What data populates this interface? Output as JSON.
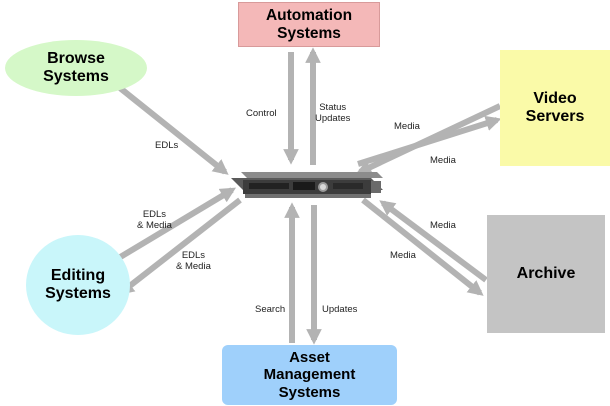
{
  "nodes": {
    "automation": {
      "lines": [
        "Automation",
        "Systems"
      ],
      "color": "#f4b8b8"
    },
    "browse": {
      "lines": [
        "Browse",
        "Systems"
      ],
      "color": "#d5f8c8"
    },
    "video": {
      "lines": [
        "Video",
        "Servers"
      ],
      "color": "#fafaa8"
    },
    "editing": {
      "lines": [
        "Editing",
        "Systems"
      ],
      "color": "#c9f6fa"
    },
    "archive": {
      "lines": [
        "Archive"
      ],
      "color": "#c4c4c4"
    },
    "asset": {
      "lines": [
        "Asset",
        "Management",
        "Systems"
      ],
      "color": "#9fd0fb"
    }
  },
  "labels": {
    "control": [
      "Control"
    ],
    "status_updates": [
      "Status",
      "Updates"
    ],
    "edls": [
      "EDLs"
    ],
    "video_media_top": [
      "Media"
    ],
    "video_media_bottom": [
      "Media"
    ],
    "edls_media_upper": [
      "EDLs",
      "& Media"
    ],
    "edls_media_lower": [
      "EDLs",
      "& Media"
    ],
    "archive_media_upper": [
      "Media"
    ],
    "archive_media_lower": [
      "Media"
    ],
    "search": [
      "Search"
    ],
    "updates": [
      "Updates"
    ]
  },
  "arrow_color": "#b3b3b3",
  "center_device": "rack-server-icon"
}
